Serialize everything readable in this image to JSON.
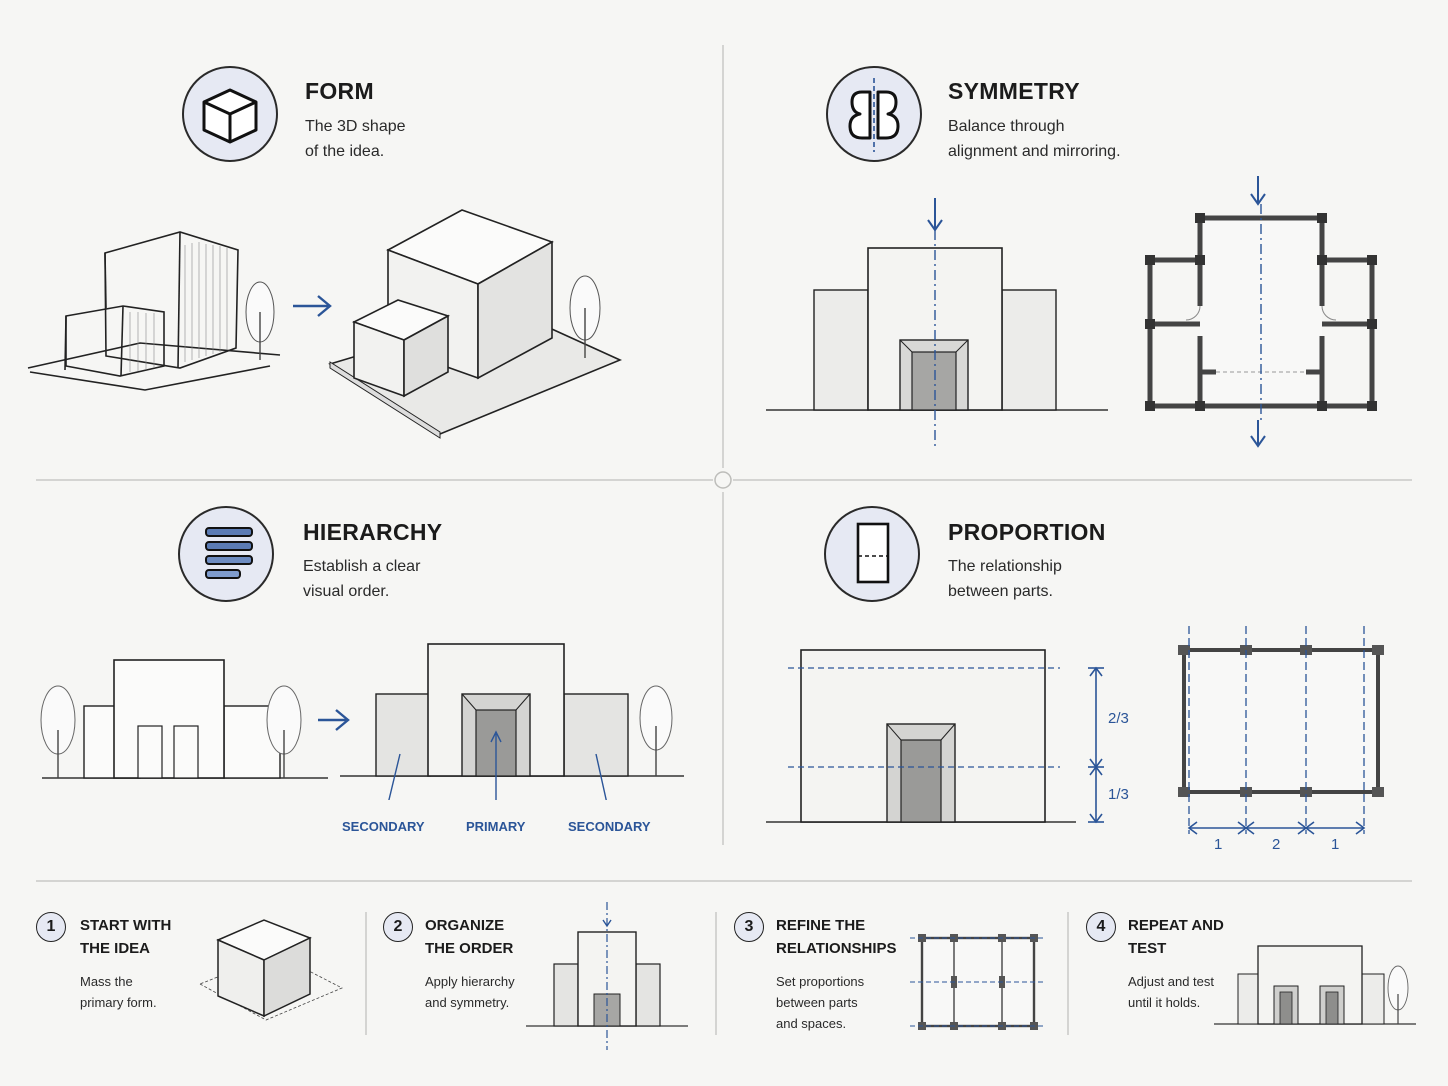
{
  "sections": {
    "form": {
      "title": "FORM",
      "line1": "The 3D shape",
      "line2": "of the idea."
    },
    "symmetry": {
      "title": "SYMMETRY",
      "line1": "Balance through",
      "line2": "alignment and mirroring."
    },
    "hierarchy": {
      "title": "HIERARCHY",
      "line1": "Establish a clear",
      "line2": "visual order.",
      "labels": {
        "secondary_left": "SECONDARY",
        "primary": "PRIMARY",
        "secondary_right": "SECONDARY"
      }
    },
    "proportion": {
      "title": "PROPORTION",
      "line1": "The relationship",
      "line2": "between parts.",
      "vertical_labels": {
        "upper": "2/3",
        "lower": "1/3"
      },
      "horizontal_labels": {
        "left": "1",
        "middle": "2",
        "right": "1"
      }
    }
  },
  "steps": [
    {
      "number": "1",
      "title_line1": "START WITH",
      "title_line2": "THE IDEA",
      "text": [
        "Mass the",
        "primary form."
      ]
    },
    {
      "number": "2",
      "title_line1": "ORGANIZE",
      "title_line2": "THE ORDER",
      "text": [
        "Apply hierarchy",
        "and symmetry."
      ]
    },
    {
      "number": "3",
      "title_line1": "REFINE THE",
      "title_line2": "RELATIONSHIPS",
      "text": [
        "Set proportions",
        "between parts",
        "and spaces."
      ]
    },
    {
      "number": "4",
      "title_line1": "REPEAT AND",
      "title_line2": "TEST",
      "text": [
        "Adjust and test",
        "until it holds."
      ]
    }
  ],
  "icons": {
    "form": "cube-icon",
    "symmetry": "mirrored-b-icon",
    "hierarchy": "stacked-bars-icon",
    "proportion": "split-rectangle-icon"
  },
  "colors": {
    "accent": "#2b5598",
    "icon_bg": "#e6e9f3",
    "ink": "#1b1b1b",
    "wall": "#ececea",
    "door": "#9a9a98"
  }
}
